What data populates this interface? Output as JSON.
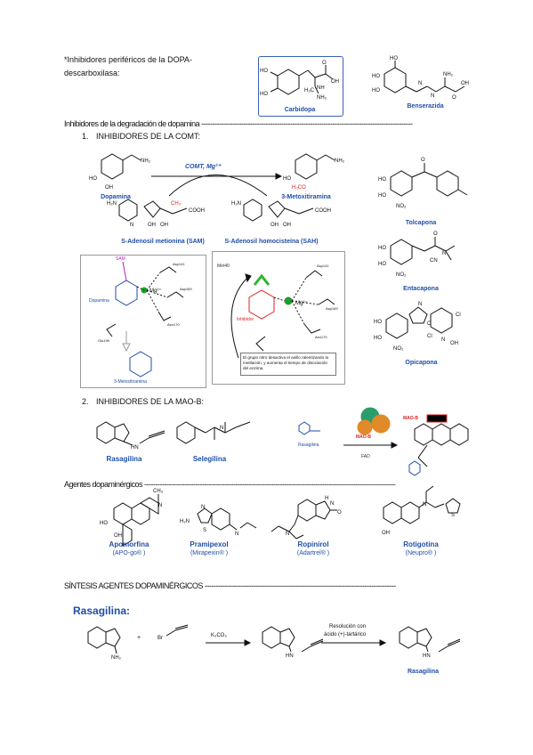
{
  "intro": {
    "line1": "*Inhibidores periféricos de la DOPA-",
    "line2": "descarboxilasa:",
    "carbidopa": "Carbidopa",
    "benserazida": "Benserazida"
  },
  "section_degradacion": "Inhibidores de la degradación de dopamina -----------------------------------------------------------------------------------------------",
  "comt": {
    "heading_num": "1.",
    "heading": "INHIBIDORES DE LA COMT:",
    "enzyme": "COMT, Mg²⁺",
    "dopamina": "Dopamina",
    "metoxitiramina": "3-Metoxitiramina",
    "sam": "S-Adenosil metionina (SAM)",
    "sah": "S-Adenosil homocisteína (SAH)",
    "tolcapona": "Tolcapona",
    "entacapona": "Entacapona",
    "opicapona": "Opicapona",
    "mech_left_sam": "SAM",
    "mech_left_dopamina": "Dopamina",
    "mech_left_product": "3-Metoxitiramina",
    "mech_asp141": "Asp141",
    "mech_asp169": "Asp169",
    "mech_asn170": "Asn170",
    "mech_glu199": "Glu199",
    "mech_right_inhibitor": "Inhibidor",
    "mech_right_met": "Met40",
    "mech_note": "El grupo nitro desactiva el anillo ralentizando la metilación, y aumenta el tiempo de disociación del enzima."
  },
  "maob": {
    "heading_num": "2.",
    "heading": "INHIBIDORES DE LA MAO-B:",
    "rasagilina": "Rasagilina",
    "selegilina": "Selegilina",
    "rasagiline_small": "Rasagilina",
    "maob_label": "MAO-B",
    "fad": "FAD"
  },
  "section_agonistas": "Agentes dopaminérgicos -----------------------------------------------------------------------------------------------------------------",
  "agonists": [
    {
      "name": "Apomorfina",
      "brand": "(APO-go® )"
    },
    {
      "name": "Pramipexol",
      "brand": "(Mirapexin® )"
    },
    {
      "name": "Ropinirol",
      "brand": "(Adartrel® )"
    },
    {
      "name": "Rotigotina",
      "brand": "(Neupro® )"
    }
  ],
  "section_sintesis": "SÍNTESIS AGENTES DOPAMINÉRGICOS --------------------------------------------------------------------------------------",
  "synthesis": {
    "title": "Rasagilina:",
    "plus": "+",
    "reagent1": "K₂CO₃",
    "reagent2a": "Resolución con",
    "reagent2b": "ácido (+)-tartárico",
    "product": "Rasagilina"
  }
}
